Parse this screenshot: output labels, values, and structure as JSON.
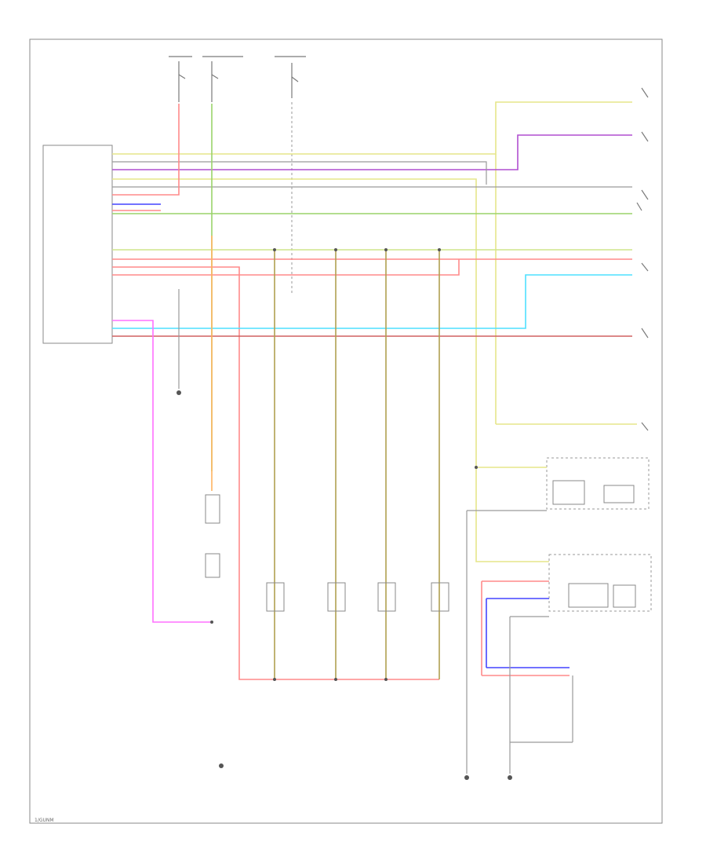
{
  "page": {
    "doc_id": "1/GUNM"
  },
  "colors": {
    "red": "#ff8a8a",
    "green": "#9ad36a",
    "yellow": "#e6e68a",
    "blue": "#4444ff",
    "purple": "#b04fd0",
    "cyan": "#4fe0ff",
    "orange": "#ffb460",
    "olive": "#b0a050",
    "pink": "#ff70ff",
    "grey": "#9a9a9a"
  },
  "icons": [
    "ground-symbol",
    "switch-symbol",
    "lamp-symbol",
    "relay-symbol"
  ]
}
